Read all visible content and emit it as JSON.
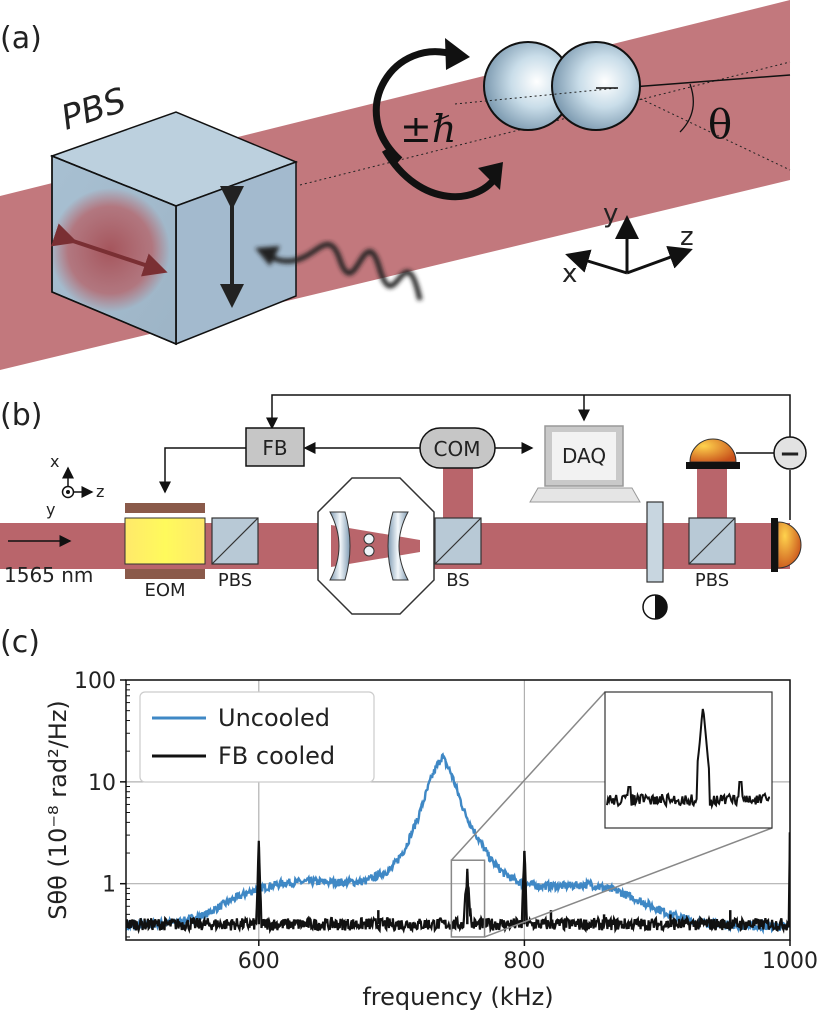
{
  "panel_a": {
    "label": "(a)",
    "pbs_label": "PBS",
    "hbar_label": "±ℏ",
    "theta_label": "θ",
    "axis_x": "x",
    "axis_y": "y",
    "axis_z": "z"
  },
  "panel_b": {
    "label": "(b)",
    "fb_label": "FB",
    "com_label": "COM",
    "daq_label": "DAQ",
    "wavelength_label": "1565 nm",
    "eom_label": "EOM",
    "pbs1_label": "PBS",
    "bs_label": "BS",
    "pbs2_label": "PBS",
    "minus_symbol": "−",
    "axis_x": "x",
    "axis_y": "y",
    "axis_z": "z"
  },
  "panel_c": {
    "label": "(c)"
  },
  "colors": {
    "beam": "#b9656b",
    "cube": "#a9bfcf",
    "uncooled": "#3f88c5",
    "cooled": "#111111",
    "eom": "#fff33a",
    "detector": "#e07b1a"
  },
  "chart_data": {
    "type": "line",
    "title": "",
    "xlabel": "frequency (kHz)",
    "ylabel": "Sθθ (10⁻⁸ rad²/Hz)",
    "y_scale": "log",
    "xlim": [
      500,
      1000
    ],
    "ylim": [
      0.28,
      100
    ],
    "x_ticks": [
      600,
      800,
      1000
    ],
    "y_ticks": [
      1,
      10,
      100
    ],
    "x_tick_labels": [
      "600",
      "800",
      "1000"
    ],
    "y_tick_labels": [
      "1",
      "10",
      "100"
    ],
    "grid": true,
    "legend_position": "top-left",
    "inset": {
      "x_range": [
        745,
        770
      ],
      "description_shown": false
    },
    "series": [
      {
        "name": "Uncooled",
        "x": [
          500,
          540,
          560,
          580,
          600,
          620,
          640,
          660,
          680,
          700,
          710,
          720,
          730,
          738,
          745,
          755,
          765,
          775,
          785,
          795,
          800,
          810,
          830,
          850,
          870,
          890,
          910,
          930,
          950,
          970,
          1000
        ],
        "y": [
          0.38,
          0.42,
          0.5,
          0.7,
          0.9,
          1.02,
          1.05,
          1.03,
          1.05,
          1.4,
          2.2,
          4.5,
          11,
          18,
          12,
          5,
          2.8,
          1.7,
          1.25,
          1.05,
          1.0,
          0.95,
          0.95,
          0.98,
          0.85,
          0.65,
          0.5,
          0.42,
          0.4,
          0.38,
          0.38
        ]
      },
      {
        "name": "FB cooled",
        "x": [
          500,
          598,
          600,
          602,
          690,
          754,
          757,
          760,
          798,
          800,
          802,
          860,
          999,
          1000
        ],
        "y": [
          0.4,
          0.4,
          2.3,
          0.4,
          0.4,
          0.4,
          1.3,
          0.4,
          0.4,
          2.1,
          0.4,
          0.4,
          0.4,
          3.2
        ]
      }
    ]
  }
}
